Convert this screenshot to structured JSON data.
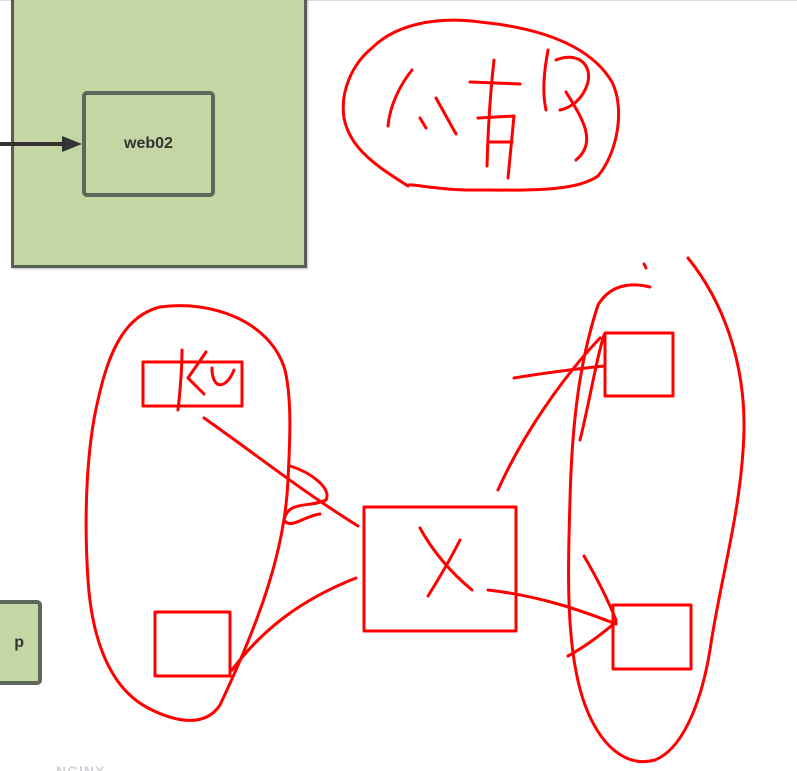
{
  "diagram": {
    "nodes": [
      {
        "id": "web02",
        "label": "web02"
      },
      {
        "id": "partial-node",
        "label": "p"
      }
    ],
    "bottom_caption": "NGINX"
  },
  "colors": {
    "panel_fill": "#c4d6a4",
    "panel_border": "#595f55",
    "node_border": "#5f665a",
    "arrow": "#333333",
    "annotation": "#ff0000"
  }
}
